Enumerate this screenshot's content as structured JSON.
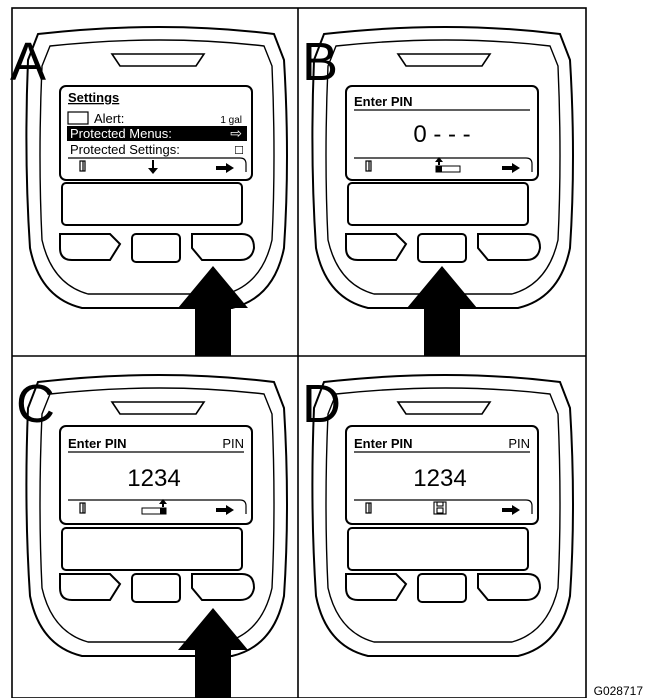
{
  "figure_code": "G028717",
  "panels": [
    {
      "letter": "A",
      "title": "Settings",
      "rows": [
        {
          "label": "Alert:",
          "value": "1 gal",
          "highlight": false
        },
        {
          "label": "Protected Menus:",
          "value": "⇨",
          "highlight": true
        },
        {
          "label": "Protected Settings:",
          "value": "☐",
          "highlight": false
        }
      ],
      "softkeys": [
        "exit",
        "down",
        "right"
      ],
      "pressed_button": "right"
    },
    {
      "letter": "B",
      "title": "Enter PIN",
      "title_right": "",
      "pin": "0 - - -",
      "softkeys": [
        "exit",
        "increment",
        "right"
      ],
      "pressed_button": "center"
    },
    {
      "letter": "C",
      "title": "Enter PIN",
      "title_right": "PIN",
      "pin": "1234",
      "softkeys": [
        "exit",
        "increment-shift",
        "right"
      ],
      "pressed_button": "right"
    },
    {
      "letter": "D",
      "title": "Enter PIN",
      "title_right": "PIN",
      "pin": "1234",
      "softkeys": [
        "exit",
        "save",
        "right"
      ],
      "pressed_button": "none"
    }
  ]
}
